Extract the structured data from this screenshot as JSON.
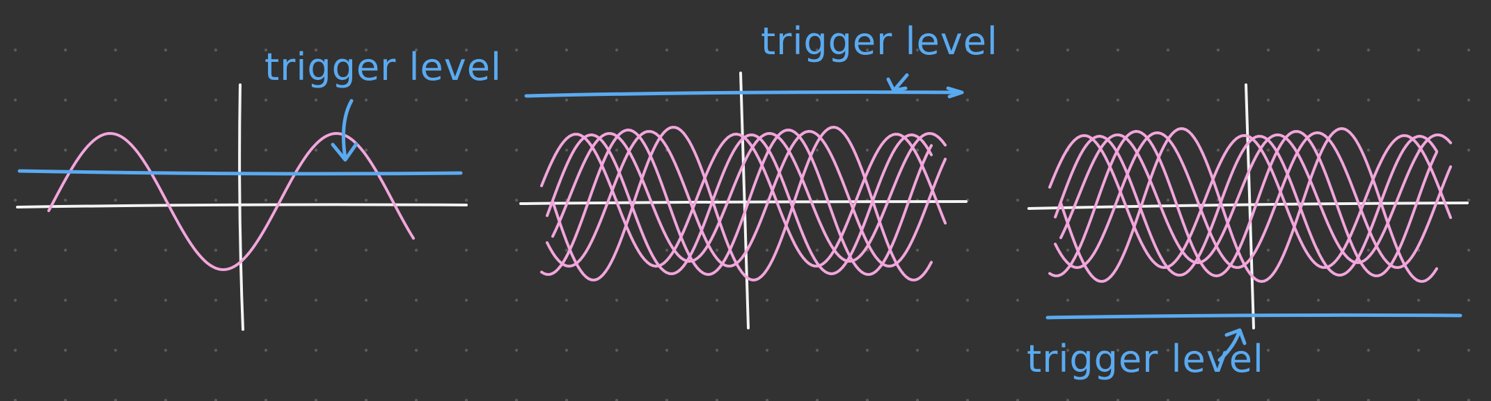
{
  "colors": {
    "background": "#323232",
    "grid_dots": "#5a5a5a",
    "axes": "#f4f4f4",
    "waveform": "#f2a6dc",
    "trigger": "#5aaaf0"
  },
  "panels": [
    {
      "name": "single-trace",
      "traces": 1,
      "trigger_position": "crosses waveform",
      "trigger_label": "trigger level"
    },
    {
      "name": "above-waveform",
      "traces": 6,
      "trigger_position": "above waveform",
      "trigger_label": "trigger level"
    },
    {
      "name": "below-waveform",
      "traces": 6,
      "trigger_position": "below waveform",
      "trigger_label": "trigger level"
    }
  ]
}
